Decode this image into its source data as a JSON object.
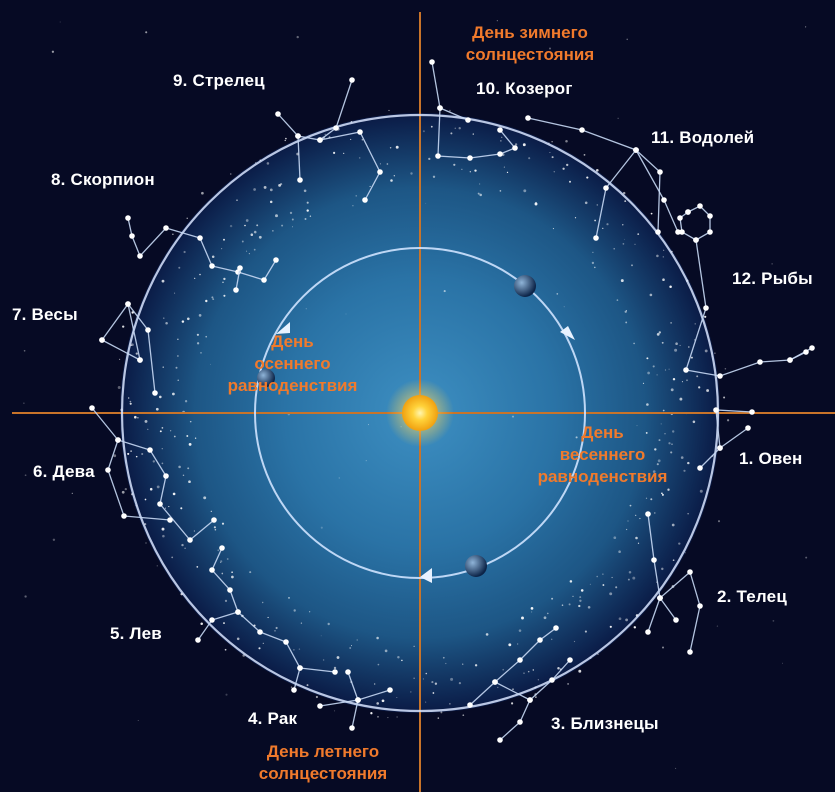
{
  "colors": {
    "background": "#060a24",
    "axis": "#c8742a",
    "season_text": "#f07a2c",
    "sign_text": "#ffffff",
    "zodiac_ring": "#d8e4ff",
    "orbit": "#cfe3ff",
    "sun": "#ffc21a",
    "glow": "#2f7fb3"
  },
  "signs": [
    {
      "id": "aries",
      "label": "1. Овен"
    },
    {
      "id": "taurus",
      "label": "2. Телец"
    },
    {
      "id": "gemini",
      "label": "3. Близнецы"
    },
    {
      "id": "cancer",
      "label": "4. Рак"
    },
    {
      "id": "leo",
      "label": "5. Лев"
    },
    {
      "id": "virgo",
      "label": "6. Дева"
    },
    {
      "id": "libra",
      "label": "7. Весы"
    },
    {
      "id": "scorpio",
      "label": "8. Скорпион"
    },
    {
      "id": "sagittarius",
      "label": "9. Стрелец"
    },
    {
      "id": "capricorn",
      "label": "10. Козерог"
    },
    {
      "id": "aquarius",
      "label": "11. Водолей"
    },
    {
      "id": "pisces",
      "label": "12. Рыбы"
    }
  ],
  "seasons": {
    "winter": {
      "line1": "День зимнего",
      "line2": "солнцестояния"
    },
    "summer": {
      "line1": "День летнего",
      "line2": "солнцестояния"
    },
    "spring": {
      "line1": "День",
      "line2": "весеннего",
      "line3": "равноденствия"
    },
    "autumn": {
      "line1": "День",
      "line2": "осеннего",
      "line3": "равноденствия"
    }
  }
}
